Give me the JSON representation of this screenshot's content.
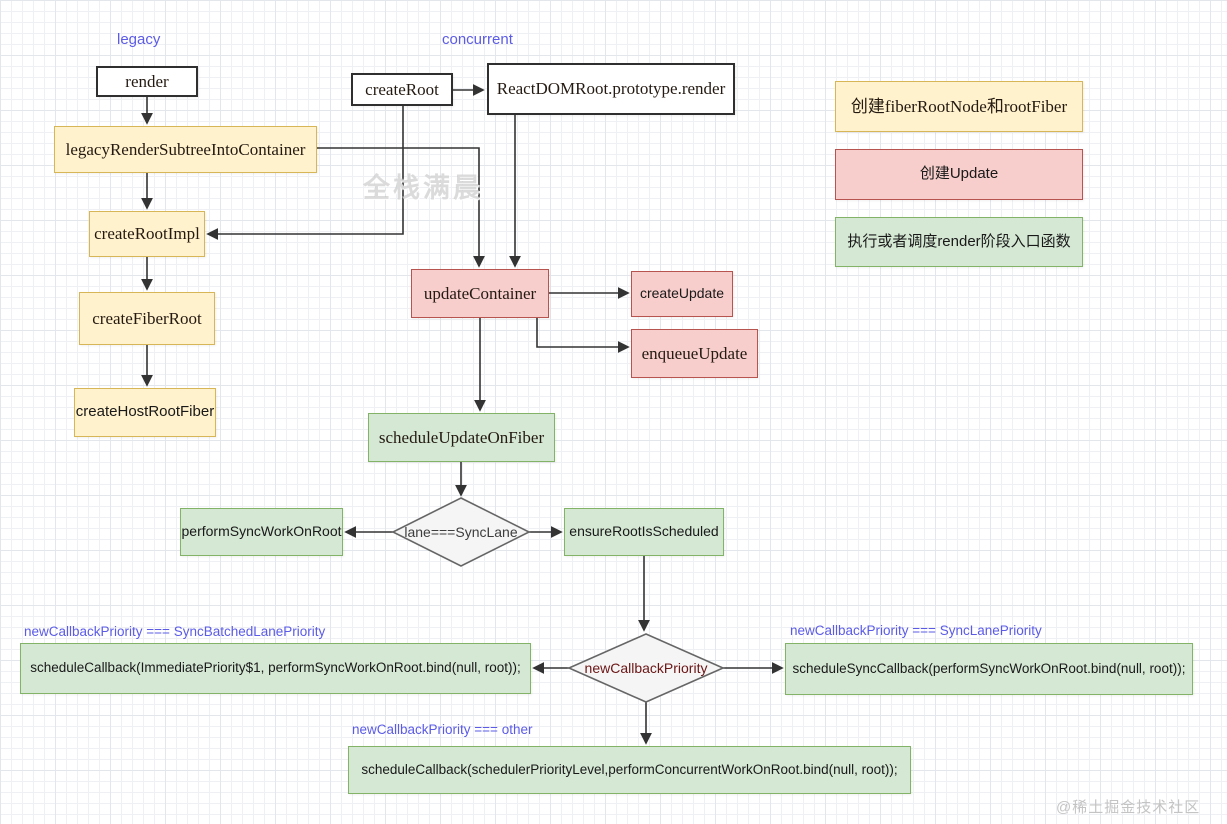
{
  "labels": {
    "legacy": "legacy",
    "concurrent": "concurrent",
    "cond_sync_batched": "newCallbackPriority === SyncBatchedLanePriority",
    "cond_sync_lane": "newCallbackPriority === SyncLanePriority",
    "cond_other": "newCallbackPriority === other"
  },
  "nodes": {
    "render": "render",
    "create_root": "createRoot",
    "reactdomroot_render": "ReactDOMRoot.prototype.render",
    "legacy_render_subtree": "legacyRenderSubtreeIntoContainer",
    "create_root_impl": "createRootImpl",
    "create_fiber_root": "createFiberRoot",
    "create_host_root_fiber": "createHostRootFiber",
    "update_container": "updateContainer",
    "create_update": "createUpdate",
    "enqueue_update": "enqueueUpdate",
    "schedule_update_on_fiber": "scheduleUpdateOnFiber",
    "perform_sync_work_on_root": "performSyncWorkOnRoot",
    "lane_condition": "lane===SyncLane",
    "ensure_root_is_scheduled": "ensureRootIsScheduled",
    "new_callback_priority": "newCallbackPriority",
    "schedule_callback_immediate": "scheduleCallback(ImmediatePriority$1, performSyncWorkOnRoot.bind(null, root));",
    "schedule_sync_callback": "scheduleSyncCallback(performSyncWorkOnRoot.bind(null, root));",
    "schedule_callback_concurrent": "scheduleCallback(schedulerPriorityLevel,performConcurrentWorkOnRoot.bind(null, root));"
  },
  "legend": {
    "create_fiber_root_node": "创建fiberRootNode和rootFiber",
    "create_update": "创建Update",
    "schedule_render_entry": "执行或者调度render阶段入口函数"
  },
  "page": {
    "watermark": "全栈满晨",
    "credit": "@稀土掘金技术社区"
  },
  "colors": {
    "yellow_fill": "#fff2cc",
    "yellow_border": "#d6b656",
    "pink_fill": "#f8cecc",
    "pink_border": "#b85450",
    "green_fill": "#d5e8d4",
    "green_border": "#82b366",
    "diamond_fill": "#f5f5f5",
    "diamond_border": "#666666",
    "arrow": "#333333",
    "condition_label": "#5b5be8",
    "decision_text": "#6b1515"
  }
}
